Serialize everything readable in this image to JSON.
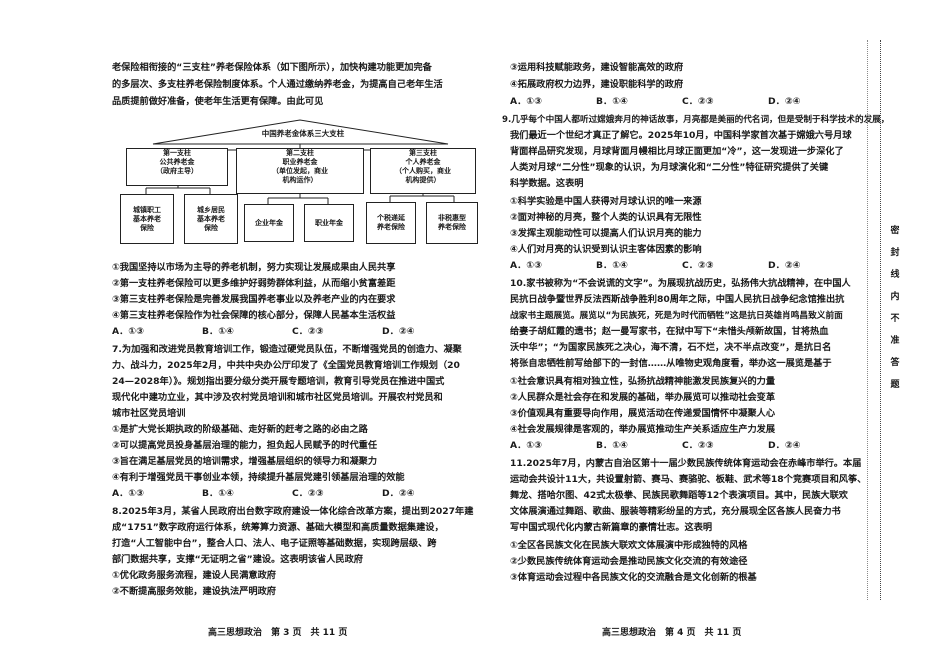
{
  "left_column": {
    "lines": [
      "老保险相衔接的“三支柱”养老保险体系（如下图所示），加快构建功能更加完备",
      "的多层次、多支柱养老保险制度体系。个人通过缴纳养老金，为提高自己老年生活",
      "品质提前做好准备，使老年生活更有保障。由此可见"
    ],
    "diagram": {
      "title": "中国养老金体系三大支柱",
      "pillars": [
        {
          "lines": [
            "第一支柱",
            "公共养老金",
            "（政府主导）"
          ]
        },
        {
          "lines": [
            "第二支柱",
            "职业养老金",
            "（单位发起，商业",
            "机构运作）"
          ]
        },
        {
          "lines": [
            "第三支柱",
            "个人养老金",
            "（个人购买，商业",
            "机构提供）"
          ]
        }
      ],
      "sub_boxes": [
        {
          "lines": [
            "城镇职工",
            "基本养老",
            "保险"
          ]
        },
        {
          "lines": [
            "城乡居民",
            "基本养老",
            "保险"
          ]
        },
        {
          "lines": [
            "企业年金"
          ]
        },
        {
          "lines": [
            "职业年金"
          ]
        },
        {
          "lines": [
            "个税递延",
            "养老保险"
          ]
        },
        {
          "lines": [
            "非税惠型",
            "养老保险"
          ]
        }
      ]
    },
    "q6_options": [
      "①我国坚持以市场为主导的养老机制，努力实现让发展成果由人民共享",
      "②第一支柱养老保险可以更多维护好弱势群体利益，从而缩小贫富差距",
      "③第三支柱养老保险是完善发展我国养老事业以及养老产业的内在要求",
      "④第三支柱养老保险作为社会保障的核心部分，保障人民基本生活权益"
    ],
    "q6_choices": [
      "A．①③",
      "B．①④",
      "C．②③",
      "D．②④"
    ],
    "q7_lines": [
      "7.为加强和改进党员教育培训工作，锻造过硬党员队伍，不断增强党员的创造力、凝聚",
      "力、战斗力，2025年2月，中共中央办公厅印发了《全国党员教育培训工作规划（20",
      "24—2028年）》。规划指出要分级分类开展专题培训，教育引导党员在推进中国式",
      "现代化中建功立业，其中涉及农村党员培训和城市社区党员培训。开展农村党员和",
      "城市社区党员培训"
    ],
    "q7_options": [
      "①是扩大党长期执政的阶级基础、走好新的赶考之路的必由之路",
      "②可以提高党员投身基层治理的能力，担负起人民赋予的时代重任",
      "③旨在满足基层党员的培训需求，增强基层组织的领导力和凝聚力",
      "④有利于增强党员干事创业本领，持续提升基层党建引领基层治理的效能"
    ],
    "q7_choices": [
      "A．①③",
      "B．①④",
      "C．②③",
      "D．②④"
    ],
    "q8_lines": [
      "8.2025年3月，某省人民政府出台数字政府建设一体化综合改革方案，提出到2027年建",
      "成“1751”数字政府运行体系，统筹算力资源、基础大模型和高质量数据集建设，",
      "打造“人工智能中台”，整合人口、法人、电子证照等基础数据，实现跨层级、跨",
      "部门数据共享，支撑“无证明之省”建设。这表明该省人民政府"
    ],
    "q8_options": [
      "①优化政务服务流程，建设人民满意政府",
      "②不断提高服务效能，建设执法严明政府"
    ],
    "footer": "高三思想政治　第 3 页　共 11 页"
  },
  "right_column": {
    "q8_options_cont": [
      "③运用科技赋能政务，建设智能高效的政府",
      "④拓展政府权力边界，建设职能科学的政府"
    ],
    "q8_choices": [
      "A．①③",
      "B．①④",
      "C．②③",
      "D．②④"
    ],
    "q9_lines": [
      "9.几乎每个中国人都听过嫦娥奔月的神话故事，月亮都是美丽的代名词，但是受制于科学技术的发展，",
      "我们最近一个世纪才真正了解它。2025年10月，中国科学家首次基于嫦娥六号月球",
      "背面样品研究发现，月球背面月幔相比月球正面更加“冷”，这一发现进一步深化了",
      "人类对月球“二分性”现象的认识，为月球演化和“二分性”特征研究提供了关键",
      "科学数据。这表明"
    ],
    "q9_options": [
      "①科学实验是中国人获得对月球认识的唯一来源",
      "②面对神秘的月亮，整个人类的认识具有无限性",
      "③发挥主观能动性可以提高人们认识月亮的能力",
      "④人们对月亮的认识受到认识主客体因素的影响"
    ],
    "q9_choices": [
      "A．①③",
      "B．①④",
      "C．②③",
      "D．②④"
    ],
    "q10_lines": [
      "10.家书被称为“不会说谎的文字”。为展现抗战历史，弘扬伟大抗战精神，在中国人",
      "民抗日战争暨世界反法西斯战争胜利80周年之际，中国人民抗日战争纪念馆推出抗",
      "战家书主题展览。展览以“为民族死，死是为时代而牺牲”这是抗日英雄肖鸣昌致义前面",
      "给妻子胡紅霞的遗书；赵一曼写家书，在狱中写下“未惜头颅新故国，甘将热血",
      "沃中华”；“为国家民族死之决心，海不清，石不烂，决不半点改变”，是抗日名",
      "将张自忠牺牲前写给部下的一封信……从唯物史观角度看，举办这一展览是基于"
    ],
    "q10_options": [
      "①社会意识具有相对独立性，弘扬抗战精神能激发民族复兴的力量",
      "②人民群众是社会存在和发展的基础，举办展览可以推动社会变革",
      "③价值观具有重要导向作用，展览活动在传递爱国情怀中凝聚人心",
      "④社会发展规律是客观的，举办展览推动生产关系适应生产力发展"
    ],
    "q10_choices": [
      "A．①③",
      "B．①④",
      "C．②③",
      "D．②④"
    ],
    "q11_lines": [
      "11.2025年7月，内蒙古自治区第十一届少数民族传统体育运动会在赤峰市举行。本届",
      "运动会共设计11大，共设置射箭、赛马、赛骆驼、板鞋、武术等18个竞赛项目和风筝、",
      "舞龙、搭哈尔图、42式太极拳、民族民歌舞蹈等12个表演项目。其中，民族大联欢",
      "文体展演通过舞蹈、歌曲、服装等精彩纷呈的方式，充分展现全区各族人民奋力书",
      "写中国式现代化内蒙古新篇章的豪情壮志。这表明"
    ],
    "q11_options": [
      "①全区各民族文化在民族大联欢文体展演中形成独特的风格",
      "②少数民族传统体育运动会是推动民族文化交流的有效途径",
      "③体育运动会过程中各民族文化的交流融合是文化创新的根基"
    ],
    "footer": "高三思想政治　第 4 页　共 11 页"
  },
  "side_margin": {
    "text": [
      "密",
      "封",
      "线",
      "内",
      "不",
      "准",
      "答",
      "题"
    ]
  }
}
